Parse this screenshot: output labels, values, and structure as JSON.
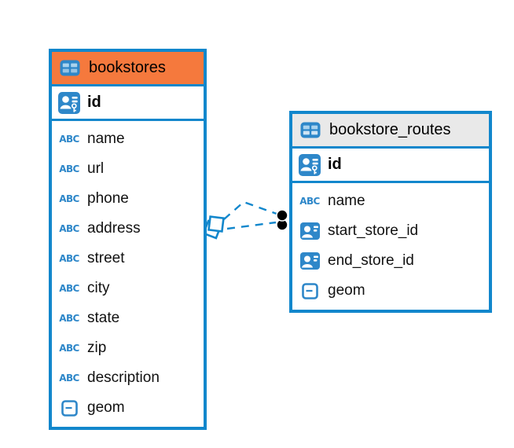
{
  "colors": {
    "accent_blue": "#1287cc",
    "icon_blue": "#2e87c9",
    "icon_cell_blue": "#a9d2ee",
    "header_orange": "#f5793d",
    "header_gray": "#e9e9e9",
    "text": "#000000"
  },
  "icons": {
    "text_type_glyph": "ABC"
  },
  "tables": [
    {
      "name": "bookstores",
      "header_style": "orange",
      "primary_key": {
        "name": "id",
        "icon": "primary-key-icon"
      },
      "columns": [
        {
          "name": "name",
          "icon": "text-type-icon"
        },
        {
          "name": "url",
          "icon": "text-type-icon"
        },
        {
          "name": "phone",
          "icon": "text-type-icon"
        },
        {
          "name": "address",
          "icon": "text-type-icon"
        },
        {
          "name": "street",
          "icon": "text-type-icon"
        },
        {
          "name": "city",
          "icon": "text-type-icon"
        },
        {
          "name": "state",
          "icon": "text-type-icon"
        },
        {
          "name": "zip",
          "icon": "text-type-icon"
        },
        {
          "name": "description",
          "icon": "text-type-icon"
        },
        {
          "name": "geom",
          "icon": "geometry-type-icon"
        }
      ]
    },
    {
      "name": "bookstore_routes",
      "header_style": "gray",
      "primary_key": {
        "name": "id",
        "icon": "primary-key-icon"
      },
      "columns": [
        {
          "name": "name",
          "icon": "text-type-icon"
        },
        {
          "name": "start_store_id",
          "icon": "foreign-key-icon"
        },
        {
          "name": "end_store_id",
          "icon": "foreign-key-icon"
        },
        {
          "name": "geom",
          "icon": "geometry-type-icon"
        }
      ]
    }
  ],
  "relationship": {
    "from_table": "bookstores",
    "to_table": "bookstore_routes",
    "line_style": "dashed",
    "line_color": "#1287cc",
    "source_marker": "diamond",
    "target_marker": "black-dot",
    "line_count": 2
  }
}
